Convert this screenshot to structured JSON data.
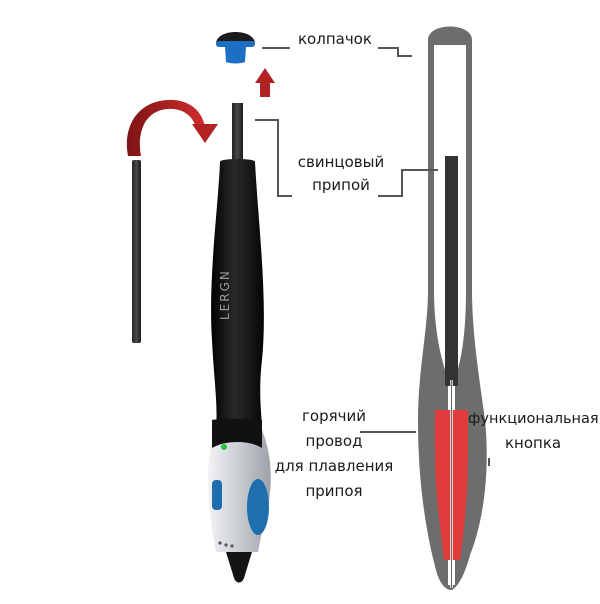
{
  "labels": {
    "cap": "колпачок",
    "solder_line1": "свинцовый",
    "solder_line2": "припой",
    "wire_line1": "горячий",
    "wire_line2": "провод",
    "wire_line3": "для плавления",
    "wire_line4": "припоя",
    "button_line1": "функциональная",
    "button_line2": "кнопка"
  },
  "brand_text": "LERGN",
  "colors": {
    "pen_body": "#141414",
    "pen_grip": "#d4d7db",
    "accent_blue": "#1f6fae",
    "cap_blue": "#1d6fc4",
    "arrow_red": "#b32222",
    "section_gray": "#6d6d6d",
    "heater_red": "#e03c3c",
    "solder_rod": "#333333",
    "led_green": "#22c93a",
    "leader_line": "#555555"
  },
  "icons": {
    "rotate_arrow": "curved-arrow-icon",
    "lift_arrow": "up-arrow-icon"
  }
}
